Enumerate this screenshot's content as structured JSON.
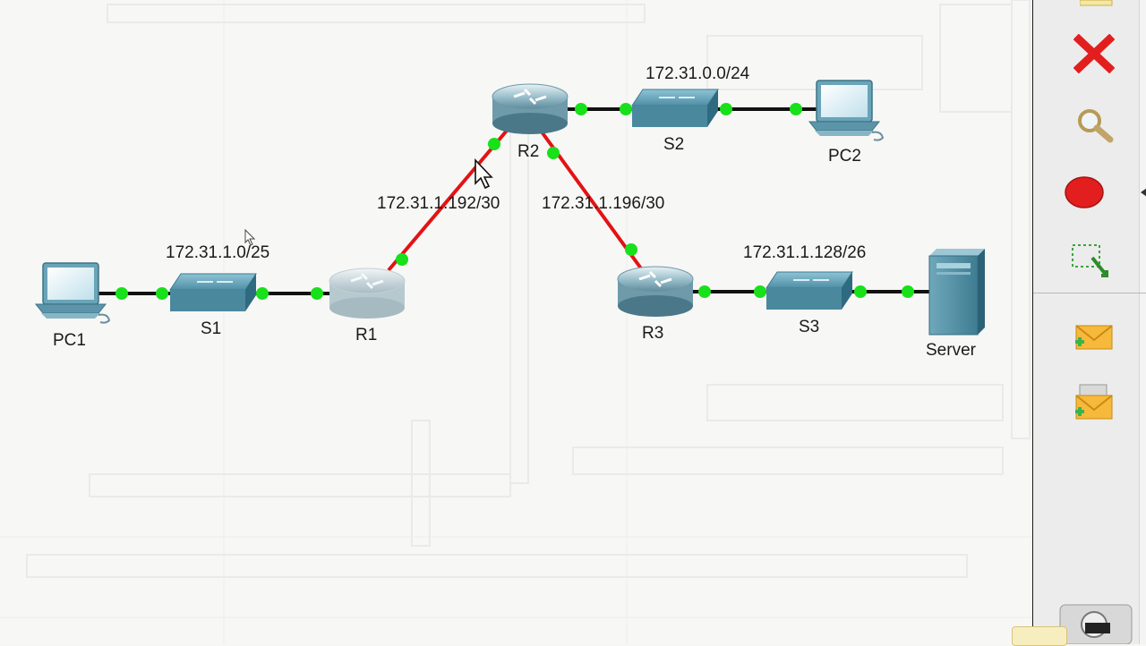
{
  "devices": {
    "pc1": {
      "label": "PC1"
    },
    "pc2": {
      "label": "PC2"
    },
    "s1": {
      "label": "S1"
    },
    "s2": {
      "label": "S2"
    },
    "s3": {
      "label": "S3"
    },
    "r1": {
      "label": "R1"
    },
    "r2": {
      "label": "R2"
    },
    "r3": {
      "label": "R3"
    },
    "server": {
      "label": "Server"
    }
  },
  "networks": {
    "lan1": "172.31.1.0/25",
    "lan2": "172.31.0.0/24",
    "lan3": "172.31.1.128/26",
    "wan_r1_r2": "172.31.1.192/30",
    "wan_r2_r3": "172.31.1.196/30"
  },
  "colors": {
    "ethernet_link": "#111111",
    "serial_link": "#e31313",
    "link_up": "#18e01a",
    "device_blue": "#5b9fb8",
    "delete_red": "#e31e1e"
  },
  "toolbar": {
    "icons": [
      "select-icon",
      "delete-icon",
      "inspect-icon",
      "draw-ellipse-icon",
      "resize-icon",
      "add-simple-pdu-icon",
      "add-complex-pdu-icon"
    ]
  }
}
